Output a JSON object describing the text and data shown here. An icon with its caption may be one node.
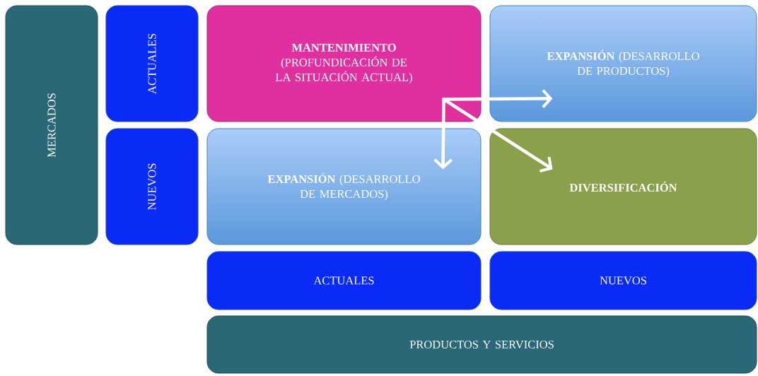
{
  "diagram": {
    "nodes": [
      {
        "text": [
          "MERCADOS"
        ]
      },
      {
        "text": [
          "ACTUALES"
        ]
      },
      {
        "text": [
          "NUEVOS"
        ]
      },
      {
        "text": [
          "MANTENIMIENTO",
          "(PROFUNDICACIÓN DE LA SITUACIÓN ACTUAL)"
        ]
      },
      {
        "text": [
          "**EXPANSIÓN** (DESARROLLO DE PRODUCTOS)"
        ]
      },
      {
        "text": [
          "**EXPANSIÓN** (DESARROLLO DE MERCADOS)"
        ]
      },
      {
        "text": [
          "DIVERSIFICACIÓN"
        ]
      },
      {
        "text": [
          "ACTUALES"
        ]
      },
      {
        "text": [
          "NUEVOS"
        ]
      },
      {
        "text": [
          "PRODUCTOS Y SERVICIOS"
        ]
      }
    ],
    "edges": [
      {
        "from": 3,
        "to": 4,
        "arrow": "to"
      },
      {
        "from": 3,
        "to": 5,
        "arrow": "to"
      },
      {
        "from": 3,
        "to": 6,
        "arrow": "to"
      }
    ]
  }
}
